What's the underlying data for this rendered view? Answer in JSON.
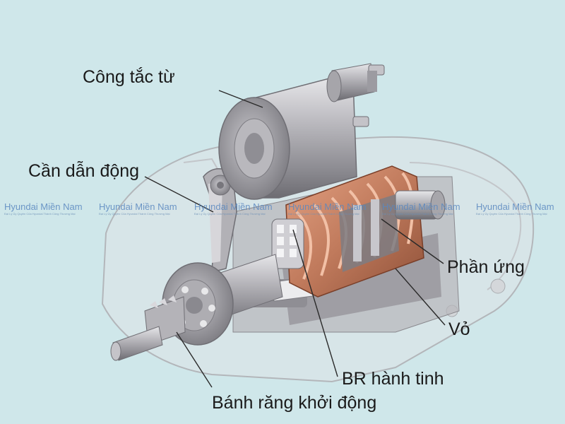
{
  "labels": {
    "solenoid": "Công tắc từ",
    "drive_lever": "Cần dẫn động",
    "armature": "Phần ứng",
    "housing": "Vỏ",
    "planetary_gear": "BR hành tinh",
    "pinion_gear": "Bánh răng khởi động"
  },
  "watermark": {
    "brand": "Hyundai Miền Nam",
    "tagline": "Đại Lý Ủy Quyền Của Hyundai Thành Công Thương Mại"
  },
  "colors": {
    "background": "#cfe7ea",
    "metal": "#a9a8ac",
    "copper_winding": "#c07a5c",
    "leader_line": "#2a2a2a"
  }
}
